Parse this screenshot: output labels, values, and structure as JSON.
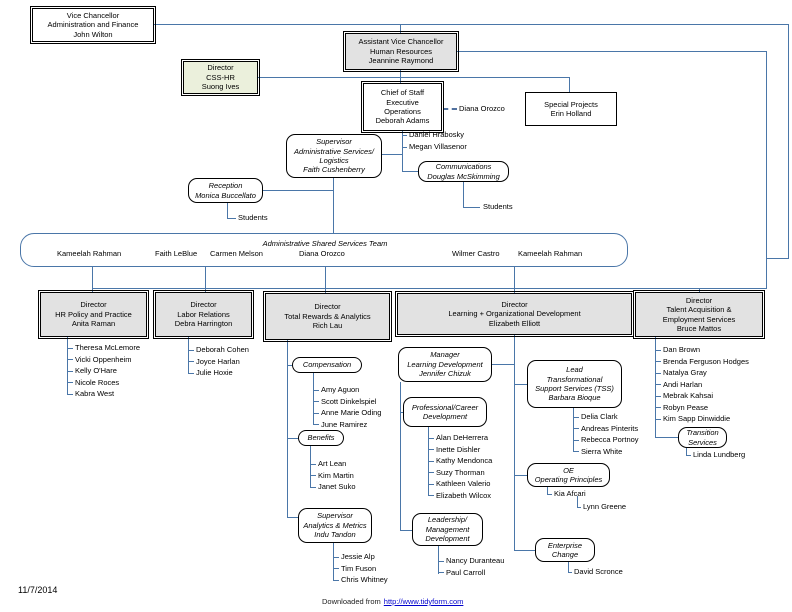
{
  "footer": {
    "date": "11/7/2014",
    "prefix": "Downloaded from",
    "link": "http://www.tidyform.com"
  },
  "colors": {
    "connector": "#4a76a8",
    "director_fill": "#e2e2e2",
    "css_hr_fill": "#ebf0dc",
    "link_blue": "#0000cc"
  },
  "nodes": {
    "vc": "Vice Chancellor\nAdministration and Finance\nJohn Wilton",
    "avc": "Assistant Vice Chancellor\nHuman Resources\nJeannine Raymond",
    "css_hr": "Director\nCSS-HR\nSuong Ives",
    "chief_of_staff": "Chief of Staff\nExecutive\nOperations\nDeborah Adams",
    "special_projects": "Special Projects\nErin Holland",
    "supervisor_admin": "Supervisor\nAdministrative Services/\nLogistics\nFaith Cushenberry",
    "reception": "Reception\nMonica Buccellato",
    "communications": "Communications\nDouglas McSkimming",
    "dir_hr_policy": "Director\nHR Policy and Practice\nAnita Raman",
    "dir_labor": "Director\nLabor Relations\nDebra Harrington",
    "dir_rewards": "Director\nTotal Rewards & Analytics\nRich Lau",
    "dir_learning": "Director\nLearning + Organizational Development\nElizabeth Elliott",
    "dir_talent": "Director\nTalent Acquisition &\nEmployment Services\nBruce Mattos",
    "compensation": "Compensation",
    "benefits": "Benefits",
    "supervisor_analytics": "Supervisor\nAnalytics & Metrics\nIndu Tandon",
    "mgr_learning": "Manager\nLearning Development\nJennifer Chizuk",
    "prof_career": "Professional/Career\nDevelopment",
    "leadership_dev": "Leadership/\nManagement\nDevelopment",
    "lead_tss": "Lead\nTransformational\nSupport Services (TSS)\nBarbara Bioque",
    "oe": "OE\nOperating Principles",
    "enterprise_change": "Enterprise\nChange",
    "transition": "Transition\nServices"
  },
  "labels": {
    "diana_orozco": "Diana Orozco",
    "daniel": "Daniel Hrabosky",
    "megan": "Megan Villasenor",
    "students_reception": "Students",
    "students_comm": "Students",
    "kia": "Kia Afcari",
    "lynn": "Lynn Greene",
    "david": "David Scronce",
    "linda": "Linda Lundberg"
  },
  "shared_team": {
    "title": "Administrative Shared Services Team",
    "names": [
      "Kameelah Rahman",
      "Faith LeBlue",
      "Carmen Melson",
      "Diana Orozco",
      "Wilmer Castro",
      "Kameelah Rahman"
    ]
  },
  "staff": {
    "hr_policy": [
      "Theresa McLemore",
      "Vicki Oppenheim",
      "Kelly O'Hare",
      "Nicole Roces",
      "Kabra West"
    ],
    "labor": [
      "Deborah Cohen",
      "Joyce Harlan",
      "Julie Hoxie"
    ],
    "compensation": [
      "Amy Aguon",
      "Scott Dinkelspiel",
      "Anne Marie Oding",
      "June Ramirez"
    ],
    "benefits": [
      "Art Lean",
      "Kim Martin",
      "Janet Suko"
    ],
    "analytics": [
      "Jessie Alp",
      "Tim Fuson",
      "Chris Whitney"
    ],
    "prof_career": [
      "Alan DeHerrera",
      "Inette Dishler",
      "Kathy Mendonca",
      "Suzy Thorman",
      "Kathleen Valerio",
      "Elizabeth Wilcox"
    ],
    "leadership": [
      "Nancy Duranteau",
      "Paul Carroll"
    ],
    "tss": [
      "Delia Clark",
      "Andreas Pinterits",
      "Rebecca Portnoy",
      "Sierra White"
    ],
    "talent": [
      "Dan Brown",
      "Brenda Ferguson Hodges",
      "Natalya Gray",
      "Andi Harlan",
      "Mebrak Kahsai",
      "Robyn Pease",
      "Kim Sapp Dinwiddie"
    ]
  }
}
